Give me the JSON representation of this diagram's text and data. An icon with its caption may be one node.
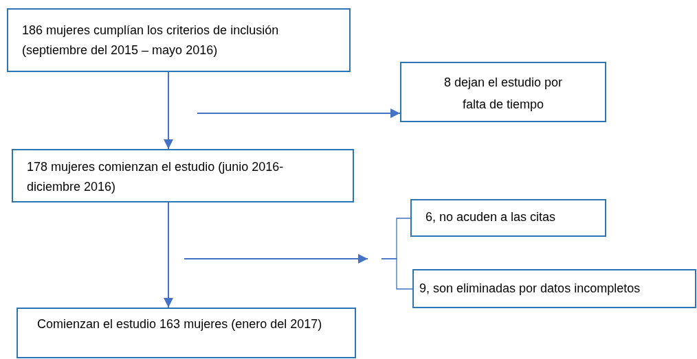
{
  "diagram": {
    "nodes": [
      {
        "text": [
          "186 mujeres cumplían los criterios de inclusión (septiembre del 2015 – mayo 2016)"
        ]
      },
      {
        "text": [
          "8 dejan el estudio por falta de tiempo"
        ]
      },
      {
        "text": [
          "178 mujeres comienzan el estudio (junio 2016- diciembre 2016)"
        ]
      },
      {
        "text": [
          "6, no acuden a las citas"
        ]
      },
      {
        "text": [
          "9, son eliminadas por datos incompletos"
        ]
      },
      {
        "text": [
          "Comienzan el estudio 163 mujeres (enero del 2017)"
        ]
      }
    ],
    "edges": [
      {
        "from": 0,
        "to": 2,
        "arrow": "to"
      },
      {
        "from": null,
        "to": 1,
        "arrow": "to"
      },
      {
        "from": 2,
        "to": 5,
        "arrow": "to"
      },
      {
        "from": null,
        "to": 3,
        "arrow": "none"
      },
      {
        "from": null,
        "to": 4,
        "arrow": "none"
      }
    ]
  }
}
